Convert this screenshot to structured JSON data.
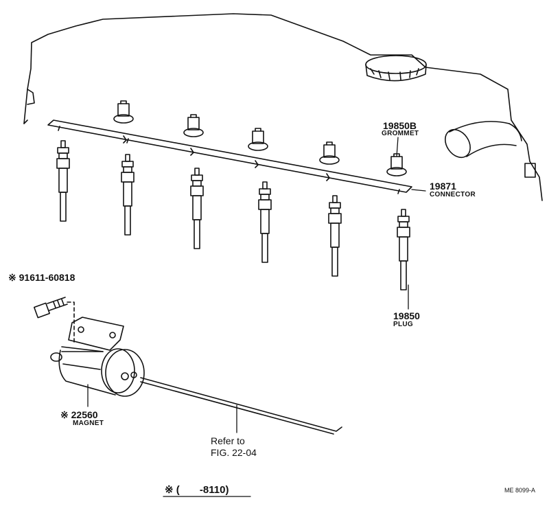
{
  "parts": {
    "grommet": {
      "number": "19850B",
      "name": "GROMMET"
    },
    "connector": {
      "number": "19871",
      "name": "CONNECTOR"
    },
    "plug": {
      "number": "19850",
      "name": "PLUG"
    },
    "bolt": {
      "number": "※ 91611-60818"
    },
    "magnet": {
      "number": "※ 22560",
      "name": "MAGNET"
    }
  },
  "reference": {
    "line1": "Refer to",
    "line2": "FIG. 22-04"
  },
  "footnote": "※ (       -8110)",
  "diagram_code": "ME  8099-A"
}
